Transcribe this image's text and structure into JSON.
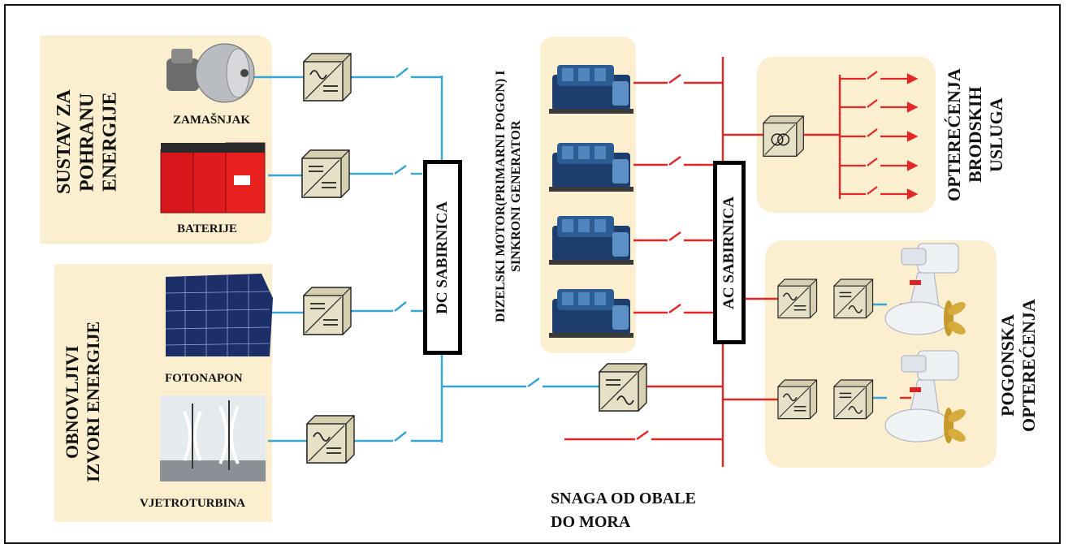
{
  "storage": {
    "title": "SUSTAV ZA\nPOHRANU\nENERGIJE",
    "flywheel_label": "ZAMAŠNJAK",
    "battery_label": "BATERIJE"
  },
  "renewables": {
    "title": "OBNOVLJIVI\nIZVORI ENERGIJE",
    "solar_label": "FOTONAPON",
    "wind_label": "VJETROTURBINA"
  },
  "dc_bus_label": "DC SABIRNICA",
  "ac_bus_label": "AC SABIRNICA",
  "generators_label": "DIZELSKI MOTOR(PRIMARNI POGON) I\nSINKRONI GENERATOR",
  "ship_loads_label": "OPTEREĆENJA\nBRODSKIH\nUSLUGA",
  "propulsion_label": "POGONSKA\nOPTEREĆENJA",
  "shore_power_label": "SNAGA OD OBALE\nDO MORA",
  "colors": {
    "dc_line": "#35a6d6",
    "ac_line": "#e32626",
    "panel": "#fbefd0"
  }
}
